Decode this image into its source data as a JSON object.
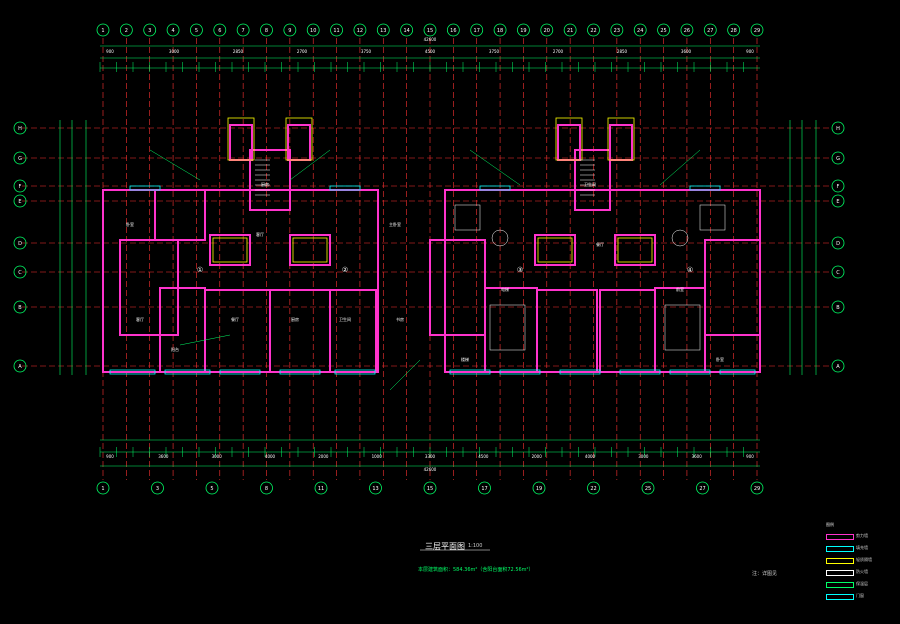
{
  "drawing": {
    "title": "三层平面图",
    "scale": "1:100",
    "area_note": "本层建筑面积：584.36m²（含阳台面积72.56m²）",
    "side_note": "注：详图见",
    "overall_dim": "42600"
  },
  "grid_axes": {
    "top": [
      "1",
      "2",
      "3",
      "4",
      "5",
      "6",
      "7",
      "8",
      "9",
      "10",
      "11",
      "12",
      "13",
      "14",
      "15",
      "16",
      "17",
      "18",
      "19",
      "20",
      "21",
      "22",
      "23",
      "24",
      "25",
      "26",
      "27",
      "28",
      "29"
    ],
    "bottom": [
      "1",
      "3",
      "5",
      "8",
      "11",
      "13",
      "15",
      "17",
      "19",
      "22",
      "25",
      "27",
      "29"
    ],
    "rows": [
      "H",
      "G",
      "F",
      "E",
      "D",
      "C",
      "B",
      "A"
    ]
  },
  "dims": {
    "top_row": [
      "900",
      "3000",
      "2850",
      "2700",
      "3750",
      "4500",
      "3750",
      "2700",
      "2850",
      "3600",
      "900"
    ],
    "bottom_row": [
      "900",
      "3600",
      "3000",
      "4000",
      "2000",
      "1000",
      "3300",
      "4500",
      "2000",
      "4000",
      "3000",
      "3600",
      "900"
    ]
  },
  "rooms": {
    "unit_labels": [
      "①",
      "②",
      "③",
      "④"
    ],
    "names": [
      "卧室",
      "客厅",
      "餐厅",
      "厨房",
      "卫生间",
      "阳台",
      "主卧室",
      "书房",
      "电梯",
      "前室",
      "楼梯"
    ]
  },
  "legend": {
    "title": "图例",
    "items": [
      {
        "label": "剪力墙",
        "color": "#ff33cc"
      },
      {
        "label": "填充墙",
        "color": "#00ffff"
      },
      {
        "label": "轻质隔墙",
        "color": "#ffff00"
      },
      {
        "label": "防火墙",
        "color": "#ffffff"
      },
      {
        "label": "保温层",
        "color": "#00ff66"
      },
      {
        "label": "门窗",
        "color": "#00ffff"
      }
    ]
  },
  "colors": {
    "wall": "#ff33cc",
    "axis": "#ff3333",
    "dimension": "#00ff66",
    "window": "#00ffff",
    "fixture": "#ffff00",
    "text": "#ffffff"
  }
}
